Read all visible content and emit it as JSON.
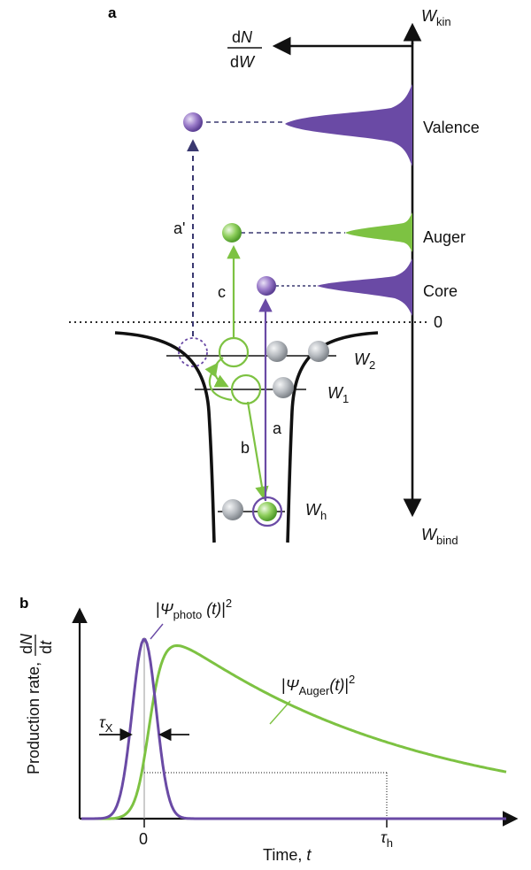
{
  "colors": {
    "purple": "#6a4aa5",
    "green": "#7dc242",
    "dark_navy": "#3a3870",
    "atom_gray": "#b5b8bd",
    "black": "#111111"
  },
  "panel_a": {
    "label": "a",
    "axis_top": {
      "main": "W",
      "sub": "kin"
    },
    "axis_bottom": {
      "main": "W",
      "sub": "bind"
    },
    "dndw": {
      "num_d": "d",
      "num_var": "N",
      "den_d": "d",
      "den_var": "W"
    },
    "zero": "0",
    "peaks": [
      {
        "label": "Valence",
        "color": "purple"
      },
      {
        "label": "Auger",
        "color": "green"
      },
      {
        "label": "Core",
        "color": "purple"
      }
    ],
    "levels": [
      {
        "main": "W",
        "sub": "2"
      },
      {
        "main": "W",
        "sub": "1"
      },
      {
        "main": "W",
        "sub": "h"
      }
    ],
    "transitions": [
      {
        "label": "a'",
        "color": "dark_navy",
        "style": "dashed"
      },
      {
        "label": "c",
        "color": "green",
        "style": "solid"
      },
      {
        "label": "b",
        "color": "green",
        "style": "solid"
      },
      {
        "label": "a",
        "color": "purple",
        "style": "solid"
      }
    ]
  },
  "panel_b": {
    "label": "b",
    "ylabel": "Production rate,",
    "ylabel_frac": {
      "num_d": "d",
      "num_var": "N",
      "den_d": "d",
      "den_var": "t"
    },
    "xlabel": {
      "text": "Time, ",
      "var": "t"
    },
    "photo_label": {
      "pre": "|",
      "psi": "Ψ",
      "sub": "photo",
      "arg": " (t)",
      "post": "|",
      "sup": "2"
    },
    "auger_label": {
      "pre": "|",
      "psi": "Ψ",
      "sub": "Auger",
      "arg": "(t)",
      "post": "|",
      "sup": "2"
    },
    "tau_x": {
      "main": "τ",
      "sub": "X"
    },
    "tau_h": {
      "main": "τ",
      "sub": "h"
    },
    "x_tick_zero": "0"
  },
  "chart_data": {
    "type": "line",
    "title": "",
    "xlabel": "Time, t",
    "ylabel": "Production rate, dN/dt",
    "series": [
      {
        "name": "|Ψphoto(t)|²",
        "color": "#6a4aa5",
        "shape": "gaussian pulse centred at t = 0, FWHM = τX"
      },
      {
        "name": "|ΨAuger(t)|²",
        "color": "#7dc242",
        "shape": "rise during the X-ray pulse, then exponential decay with lifetime τh"
      }
    ],
    "x_ticks": [
      "0",
      "τh"
    ],
    "grid": false
  }
}
